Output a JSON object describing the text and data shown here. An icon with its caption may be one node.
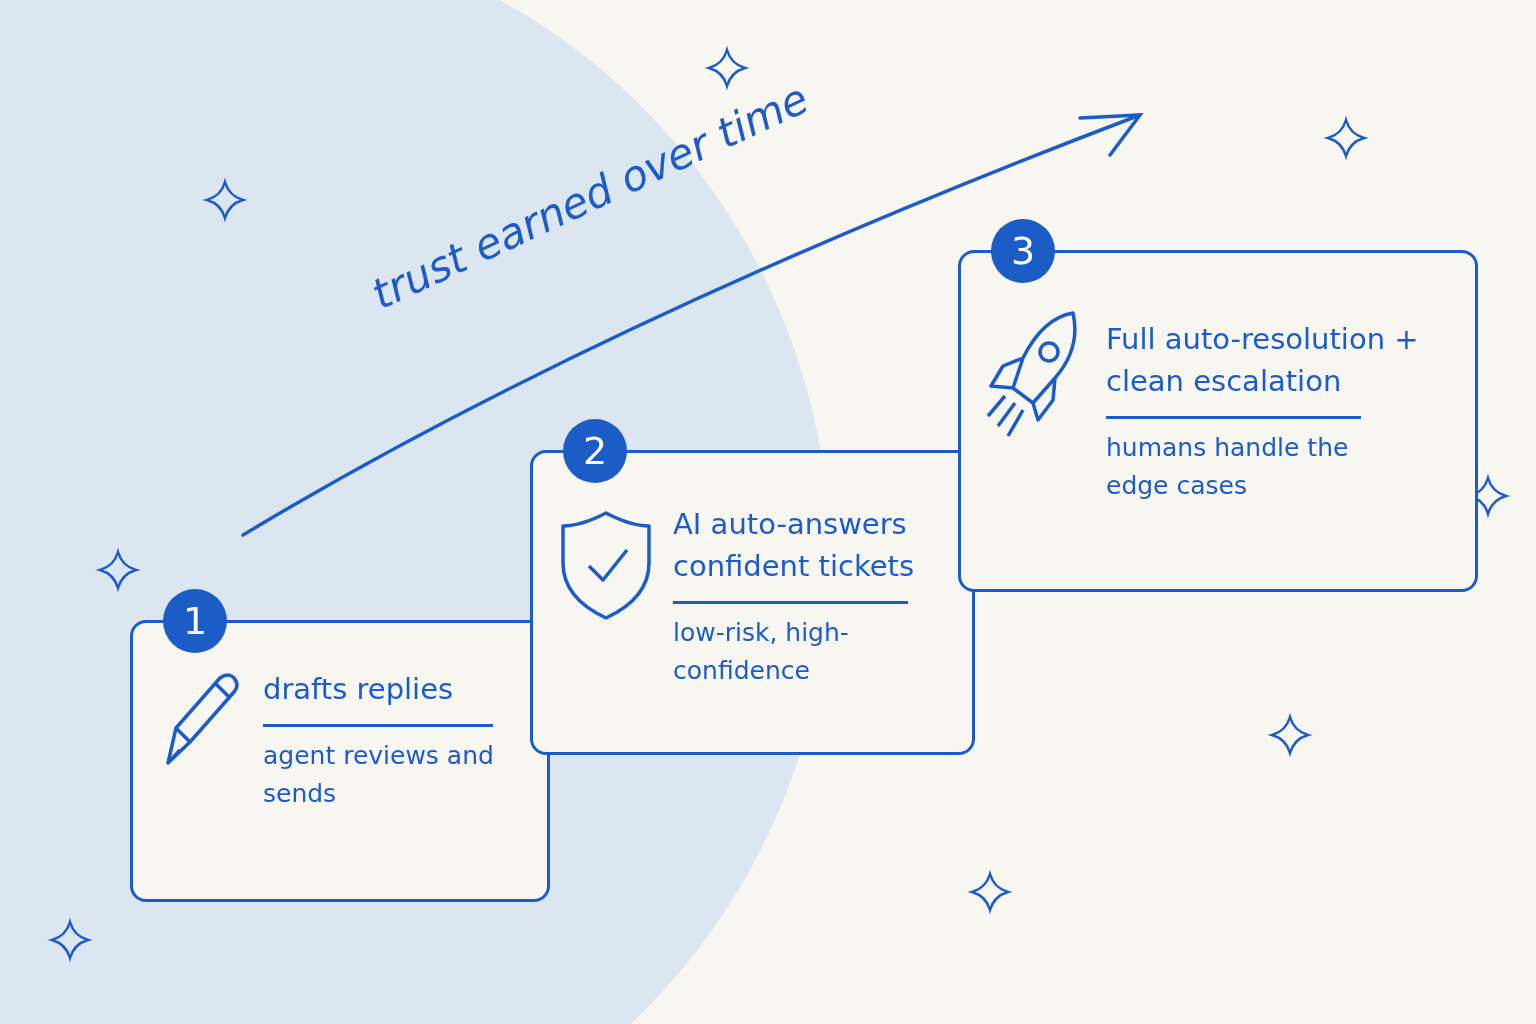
{
  "diagram": {
    "nodes": [
      {
        "text": [
          "1",
          "drafts replies",
          "agent reviews and sends"
        ]
      },
      {
        "text": [
          "2",
          "AI auto-answers confident tickets",
          "low-risk, high-confidence"
        ]
      },
      {
        "text": [
          "3",
          "Full auto-resolution + clean escalation",
          "humans handle the edge cases"
        ]
      }
    ],
    "edges": [],
    "labels": [
      "trust earned over time"
    ]
  }
}
